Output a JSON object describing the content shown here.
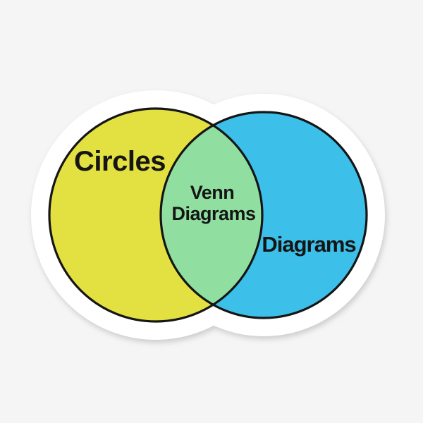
{
  "page": {
    "background_color": "#f5f5f6"
  },
  "sticker": {
    "base_color": "#ffffff",
    "outline_color": "#151515"
  },
  "venn": {
    "text_color": "#151515",
    "left_circle": {
      "label": "Circles",
      "fill": "#e3e042"
    },
    "right_circle": {
      "label": "Diagrams",
      "fill": "#3cc0ea"
    },
    "intersection": {
      "line1": "Venn",
      "line2": "Diagrams",
      "fill": "#90dfa0"
    }
  }
}
